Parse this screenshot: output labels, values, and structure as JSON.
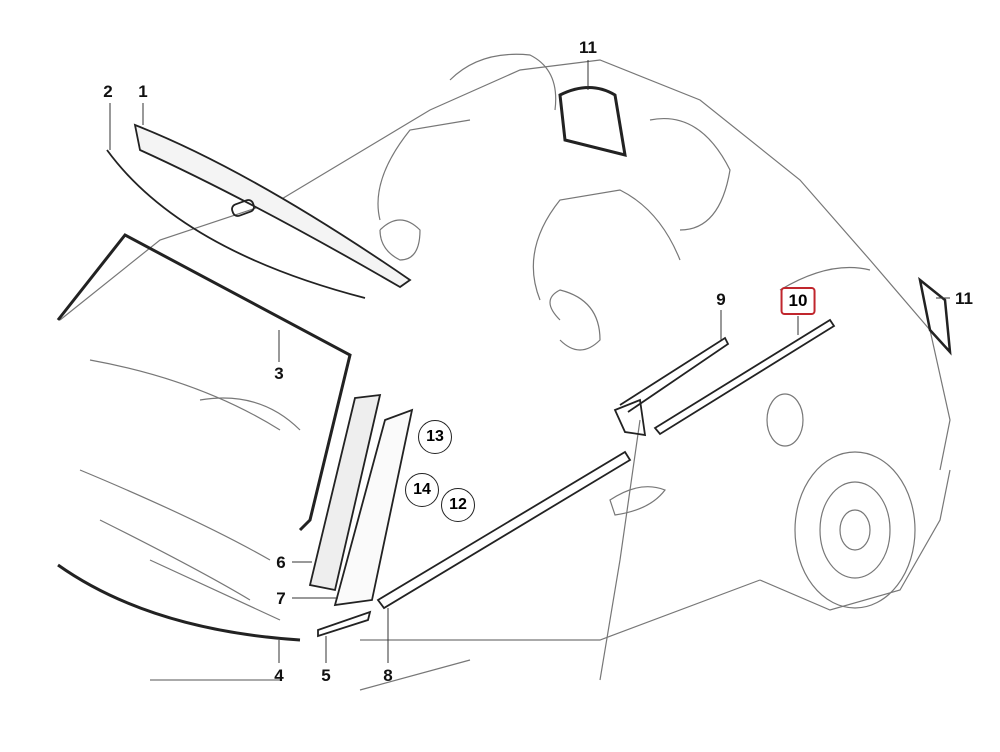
{
  "diagram": {
    "labels": {
      "p1": "1",
      "p2": "2",
      "p3": "3",
      "p4": "4",
      "p5": "5",
      "p6": "6",
      "p7": "7",
      "p8": "8",
      "p9": "9",
      "p10": "10",
      "p11_top": "11",
      "p11_right": "11",
      "p12": "12",
      "p13": "13",
      "p14": "14"
    },
    "highlight_color": "#c0262d"
  }
}
